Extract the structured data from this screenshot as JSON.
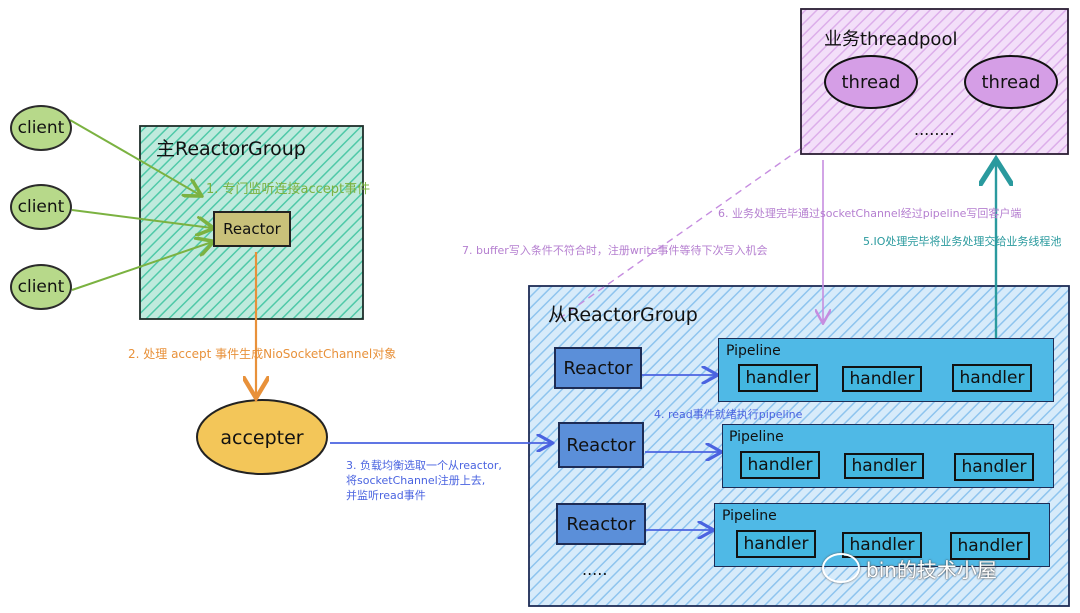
{
  "main_group": {
    "title": "主ReactorGroup",
    "reactor": "Reactor"
  },
  "clients": [
    "client",
    "client",
    "client"
  ],
  "accepter": "accepter",
  "sub_group": {
    "title": "从ReactorGroup",
    "rows": [
      {
        "reactor": "Reactor",
        "pipeline": "Pipeline",
        "handlers": [
          "handler",
          "handler",
          "handler"
        ]
      },
      {
        "reactor": "Reactor",
        "pipeline": "Pipeline",
        "handlers": [
          "handler",
          "handler",
          "handler"
        ]
      },
      {
        "reactor": "Reactor",
        "pipeline": "Pipeline",
        "handlers": [
          "handler",
          "handler",
          "handler"
        ]
      }
    ],
    "ellipsis": "....."
  },
  "threadpool": {
    "title": "业务threadpool",
    "threads": [
      "thread",
      "thread"
    ],
    "ellipsis": "........"
  },
  "steps": {
    "s1": "1. 专门监听连接accept事件",
    "s2": "2. 处理 accept 事件生成NioSocketChannel对象",
    "s3_line1": "3.  负载均衡选取一个从reactor,",
    "s3_line2": "将socketChannel注册上去,",
    "s3_line3": "并监听read事件",
    "s4": "4. read事件就绪执行pipeline",
    "s5": "5.IO处理完毕将业务处理交给业务线程池",
    "s6": "6. 业务处理完毕通过socketChannel经过pipeline写回客户端",
    "s7": "7. buffer写入条件不符合时，注册write事件等待下次写入机会"
  },
  "watermark": "bin的技术小屋",
  "colors": {
    "green_arrow": "#7bb241",
    "orange_arrow": "#e8913a",
    "blue_arrow": "#4a63e0",
    "teal_arrow": "#2a9a9e",
    "purple_arrow": "#c68de0",
    "red_arrow": "#d9464a",
    "main_group_fill": "#5fd1b5",
    "sub_group_fill": "#a8d4f3",
    "threadpool_fill": "#e3b8f0",
    "client_fill": "#b7d98a",
    "accepter_fill": "#f3c659"
  }
}
